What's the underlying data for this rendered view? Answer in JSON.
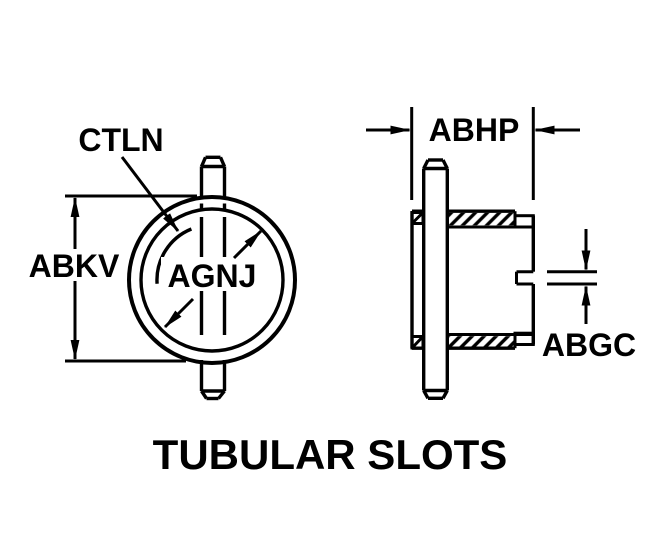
{
  "title": "TUBULAR SLOTS",
  "colors": {
    "ink": "#000000",
    "paper": "#ffffff"
  },
  "front_view": {
    "labels": {
      "slot_contour": "CTLN",
      "height": "ABKV",
      "diameter": "AGNJ"
    }
  },
  "side_view": {
    "labels": {
      "width": "ABHP",
      "slot_width": "ABGC"
    }
  }
}
